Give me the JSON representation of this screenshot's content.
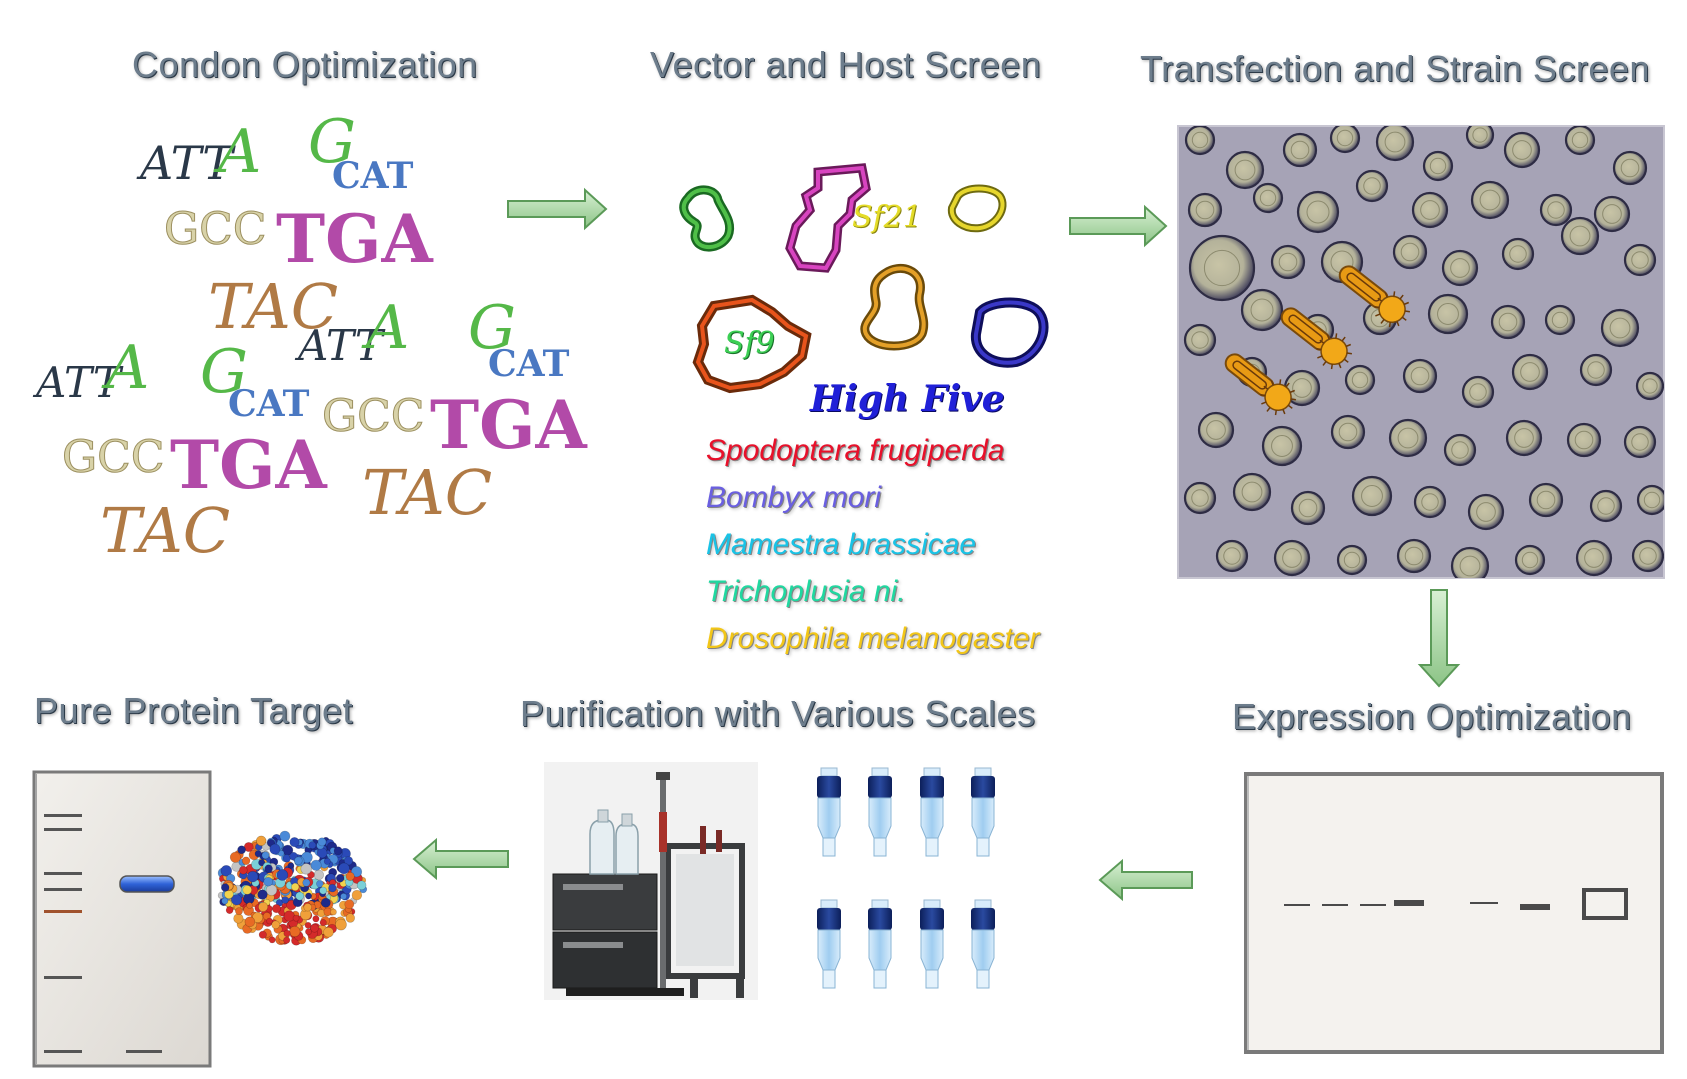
{
  "stages": {
    "codon": "Condon Optimization",
    "vector": "Vector and Host Screen",
    "transfection": "Transfection and Strain Screen",
    "expression": "Expression Optimization",
    "purification": "Purification with Various Scales",
    "pure": "Pure Protein Target"
  },
  "codons": {
    "gcc": "GCC",
    "tga": "TGA",
    "tac": "TAC",
    "cat": "CAT",
    "atg_a": "ATT",
    "a": "A",
    "g": "G"
  },
  "plasmids": {
    "sf21": "Sf21",
    "sf9": "Sf9",
    "high_five": "High Five"
  },
  "species": [
    {
      "name": "Spodoptera frugiperda",
      "color": "#e8102a"
    },
    {
      "name": "Bombyx mori",
      "color": "#6a5fe0"
    },
    {
      "name": "Mamestra brassicae",
      "color": "#19c3e6"
    },
    {
      "name": "Trichoplusia ni.",
      "color": "#20d8a0"
    },
    {
      "name": "Drosophila melanogaster",
      "color": "#f2c618"
    }
  ],
  "colors": {
    "arrow": "#9fd49a",
    "arrow_stroke": "#5b9a58",
    "title": "#6d7d8c",
    "tga": "#b24aa8",
    "tac": "#b07a45",
    "gcc": "#d8d2a8",
    "cat": "#4a78c2",
    "a_green": "#55b848"
  },
  "icons": {
    "arrow": "right-arrow-icon",
    "microscope": "cell-micrograph",
    "chromatography": "chromatography-system",
    "column": "spin-column-icon",
    "protein": "protein-structure-icon"
  }
}
